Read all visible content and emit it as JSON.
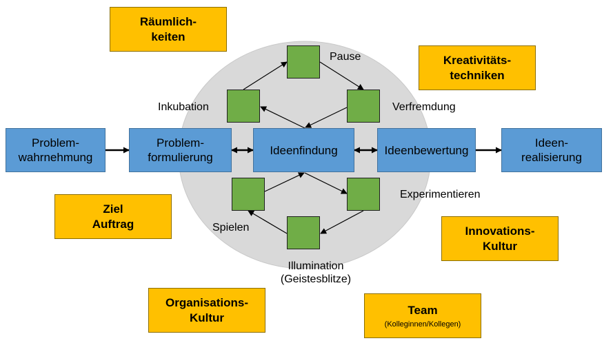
{
  "colors": {
    "process_box": "#5b9bd5",
    "factor_box": "#ffc000",
    "phase_square": "#70ad47",
    "ellipse": "#d9d9d9"
  },
  "process": {
    "problemwahrnehmung": [
      "Problem-",
      "wahrnehmung"
    ],
    "problemformulierung": [
      "Problem-",
      "formulierung"
    ],
    "ideenfindung": [
      "Ideenfindung"
    ],
    "ideenbewertung": [
      "Ideenbewertung"
    ],
    "ideenrealisierung": [
      "Ideen-",
      "realisierung"
    ]
  },
  "factors": {
    "raeumlichkeiten": [
      "Räumlich-",
      "keiten"
    ],
    "kreativitaetstechniken": [
      "Kreativitäts-",
      "techniken"
    ],
    "ziel_auftrag": [
      "Ziel",
      "Auftrag"
    ],
    "innovationskultur": [
      "Innovations-",
      "Kultur"
    ],
    "organisationskultur": [
      "Organisations-",
      "Kultur"
    ],
    "team": {
      "title": "Team",
      "subtitle": "(Kolleginnen/Kollegen)"
    }
  },
  "phases": {
    "pause": "Pause",
    "inkubation": "Inkubation",
    "verfremdung": "Verfremdung",
    "experimentieren": "Experimentieren",
    "spielen": "Spielen",
    "illumination": [
      "Illumination",
      "(Geistesblitze)"
    ]
  }
}
